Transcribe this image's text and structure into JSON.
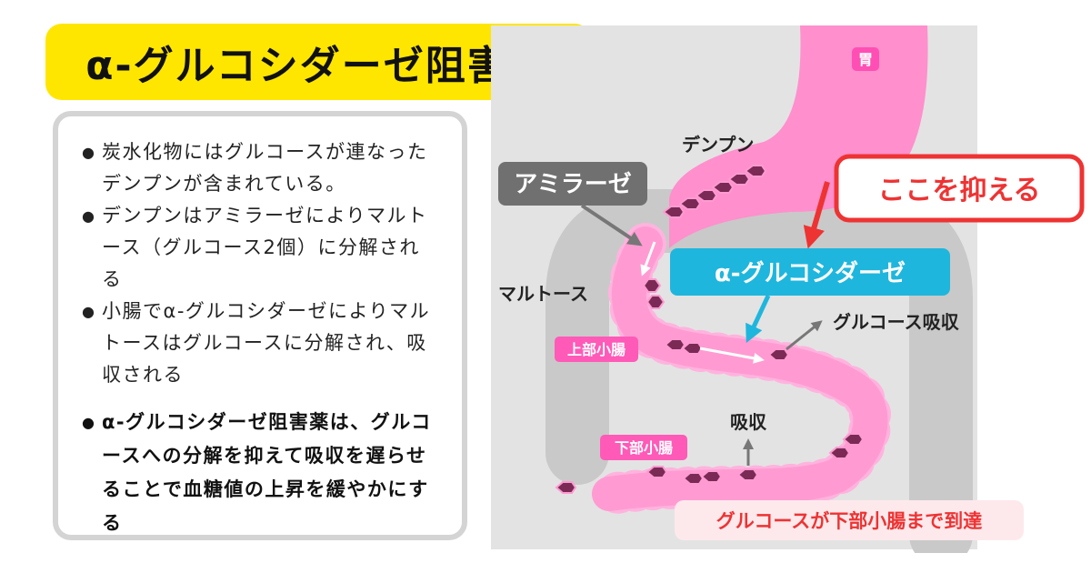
{
  "title": "α-グルコシダーゼ阻害薬",
  "notes": [
    "炭水化物にはグルコースが連なったデンプンが含まれている。",
    "デンプンはアミラーゼによりマルトース（グルコース2個）に分解される",
    "小腸でα-グルコシダーゼによりマルトースはグルコースに分解され、吸収される"
  ],
  "emphasis_note": "α-グルコシダーゼ阻害薬は、グルコースへの分解を抑えて吸収を遅らせることで血糖値の上昇を緩やかにする",
  "diagram": {
    "stomach_label": "胃",
    "starch_label": "デンプン",
    "amylase_label": "アミラーゼ",
    "maltose_label": "マルトース",
    "inhibit_label": "ここを抑える",
    "enzyme_label": "α-グルコシダーゼ",
    "glucose_absorb_label": "グルコース吸収",
    "upper_intestine_label": "上部小腸",
    "absorb_label": "吸収",
    "lower_intestine_label": "下部小腸",
    "reach_label": "グルコースが下部小腸まで到達"
  },
  "colors": {
    "title_bg": "#ffe600",
    "intestine": "#ff9bd2",
    "stomach": "#ff8fcd",
    "molecule": "#7a2a55",
    "enzyme_bg": "#1fb6dd",
    "inhibit_border": "#ee3333",
    "reach_text": "#ee3333",
    "backdrop": "#e3e3e3"
  }
}
